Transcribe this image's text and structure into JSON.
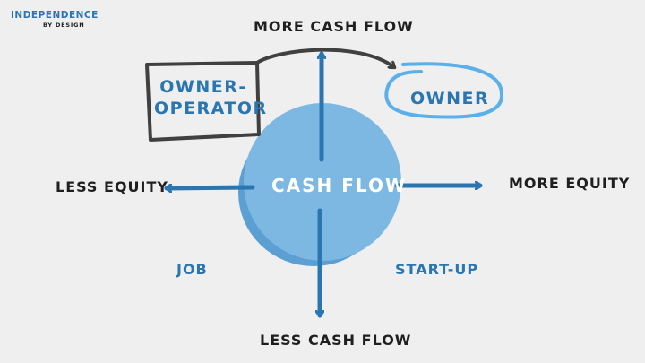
{
  "logo": {
    "line1": "INDEPENDENCE",
    "line2": "BY DESIGN"
  },
  "axes": {
    "top": "MORE CASH FLOW",
    "bottom": "LESS CASH FLOW",
    "left": "LESS EQUITY",
    "right": "MORE EQUITY"
  },
  "center": {
    "label": "CASH FLOW"
  },
  "quadrants": {
    "bottom_left": "JOB",
    "bottom_right": "START-UP"
  },
  "nodes": {
    "owner_operator": {
      "line1": "OWNER-",
      "line2": "OPERATOR"
    },
    "owner": "OWNER"
  },
  "colors": {
    "background": "#efefef",
    "circle_fill": "#7db8e2",
    "circle_shadow": "#5b9fd3",
    "arrows": "#2a76b0",
    "box_border": "#404040",
    "owner_ring": "#5cb0ea",
    "text_dark": "#1f1f1f",
    "text_blue": "#2a76b0"
  }
}
